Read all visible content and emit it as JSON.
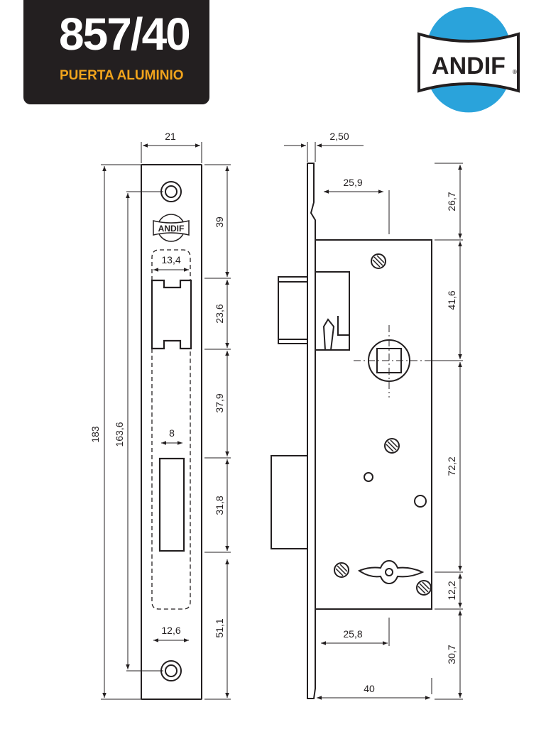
{
  "header": {
    "model": "857/40",
    "subtitle": "PUERTA ALUMINIO"
  },
  "brand": {
    "name": "ANDIF",
    "trademark": "®",
    "colors": {
      "accent_blue": "#2aa3db",
      "dark": "#231f20",
      "orange": "#f1a41c"
    }
  },
  "faceplate_logo": {
    "name": "ANDIF"
  },
  "dimensions": {
    "faceplate_width": "21",
    "faceplate_height": "183",
    "hole_spacing": "163,6",
    "top_to_latch": "39",
    "latch_height": "23,6",
    "latch_width": "13,4",
    "latch_to_bolt": "37,9",
    "bolt_height": "31,8",
    "bolt_width": "8",
    "bolt_to_bottom": "51,1",
    "lower_width": "12,6",
    "plate_thickness": "2,50",
    "backset_top": "25,9",
    "case_top_offset": "26,7",
    "case_to_spindle": "41,6",
    "spindle_to_key": "72,2",
    "key_to_case_bottom": "12,2",
    "case_bottom_offset": "30,7",
    "backset_bottom": "25,8",
    "case_depth": "40"
  }
}
